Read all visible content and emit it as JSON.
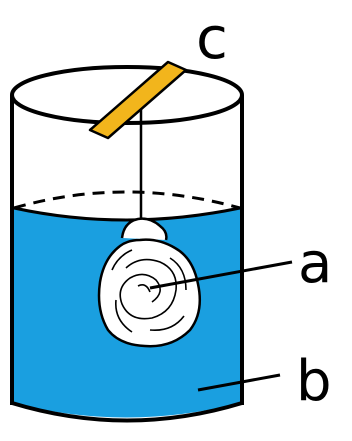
{
  "labels": {
    "a": "a",
    "b": "b",
    "c": "c"
  },
  "colors": {
    "water": "#1a9fe0",
    "rod": "#f2b51c",
    "outline": "#000000",
    "background": "#ffffff",
    "object_fill": "#ffffff"
  }
}
